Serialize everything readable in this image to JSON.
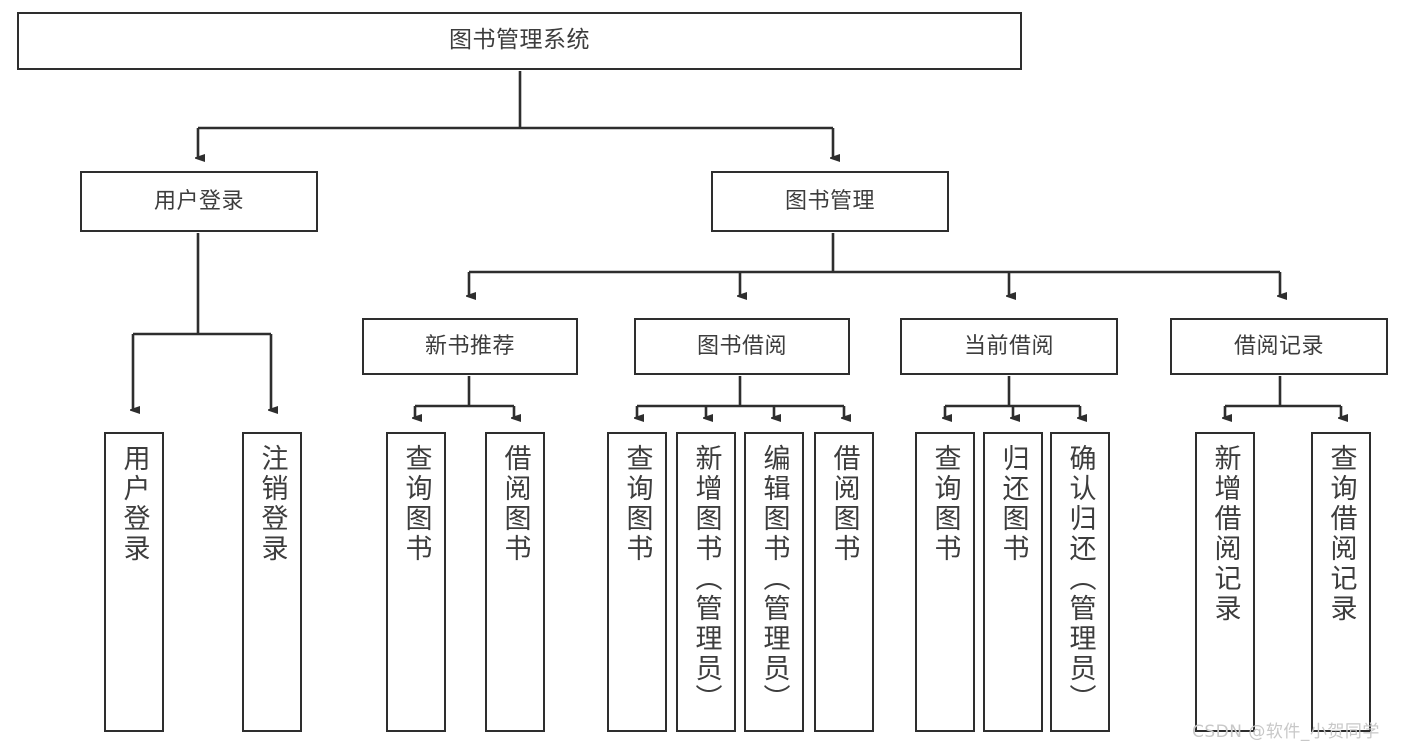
{
  "diagram": {
    "title": "图书管理系统",
    "type": "tree-hierarchy-chart",
    "stroke_color": "#2e2e2e",
    "text_color": "#3d3d3d",
    "background_color": "#ffffff"
  },
  "nodes": {
    "root": {
      "label": "图书管理系统"
    },
    "level2": [
      {
        "label": "用户登录"
      },
      {
        "label": "图书管理"
      }
    ],
    "level3": [
      {
        "label": "新书推荐"
      },
      {
        "label": "图书借阅"
      },
      {
        "label": "当前借阅"
      },
      {
        "label": "借阅记录"
      }
    ],
    "leaves": {
      "user_login": [
        {
          "label": "用户登录"
        },
        {
          "label": "注销登录"
        }
      ],
      "new_book_recommend": [
        {
          "label": "查询图书"
        },
        {
          "label": "借阅图书"
        }
      ],
      "book_borrow": [
        {
          "label": "查询图书"
        },
        {
          "label": "新增图书（管理员）"
        },
        {
          "label": "编辑图书（管理员）"
        },
        {
          "label": "借阅图书"
        }
      ],
      "current_borrow": [
        {
          "label": "查询图书"
        },
        {
          "label": "归还图书"
        },
        {
          "label": "确认归还（管理员）"
        }
      ],
      "borrow_record": [
        {
          "label": "新增借阅记录"
        },
        {
          "label": "查询借阅记录"
        }
      ]
    }
  },
  "watermark": {
    "text": "CSDN @软件_小贺同学"
  }
}
